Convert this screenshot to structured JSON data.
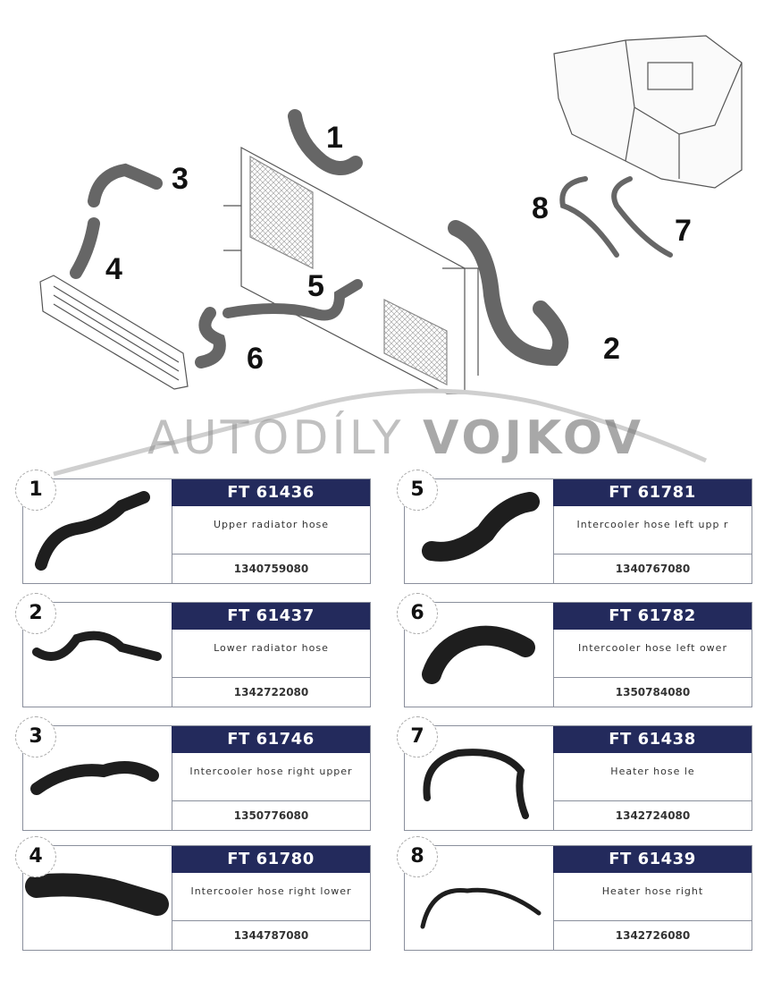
{
  "diagram": {
    "callouts": [
      "1",
      "2",
      "3",
      "4",
      "5",
      "6",
      "7",
      "8"
    ]
  },
  "watermark": {
    "text_light": "AUTODÍLY ",
    "text_bold": "VOJKOV"
  },
  "parts": [
    {
      "index": "1",
      "code": "FT 61436",
      "description": "Upper radiator hose",
      "number": "1340759080"
    },
    {
      "index": "2",
      "code": "FT 61437",
      "description": "Lower radiator hose",
      "number": "1342722080"
    },
    {
      "index": "3",
      "code": "FT 61746",
      "description": "Intercooler hose right upper",
      "number": "1350776080"
    },
    {
      "index": "4",
      "code": "FT 61780",
      "description": "Intercooler hose right lower",
      "number": "1344787080"
    },
    {
      "index": "5",
      "code": "FT 61781",
      "description": "Intercooler hose left upp  r",
      "number": "1340767080"
    },
    {
      "index": "6",
      "code": "FT 61782",
      "description": "Intercooler hose left  ower",
      "number": "1350784080"
    },
    {
      "index": "7",
      "code": "FT 61438",
      "description": "Heater hose le",
      "number": "1342724080"
    },
    {
      "index": "8",
      "code": "FT 61439",
      "description": "Heater hose right",
      "number": "1342726080"
    }
  ],
  "colors": {
    "header": "#232a5c",
    "border": "#8a8f9c"
  }
}
